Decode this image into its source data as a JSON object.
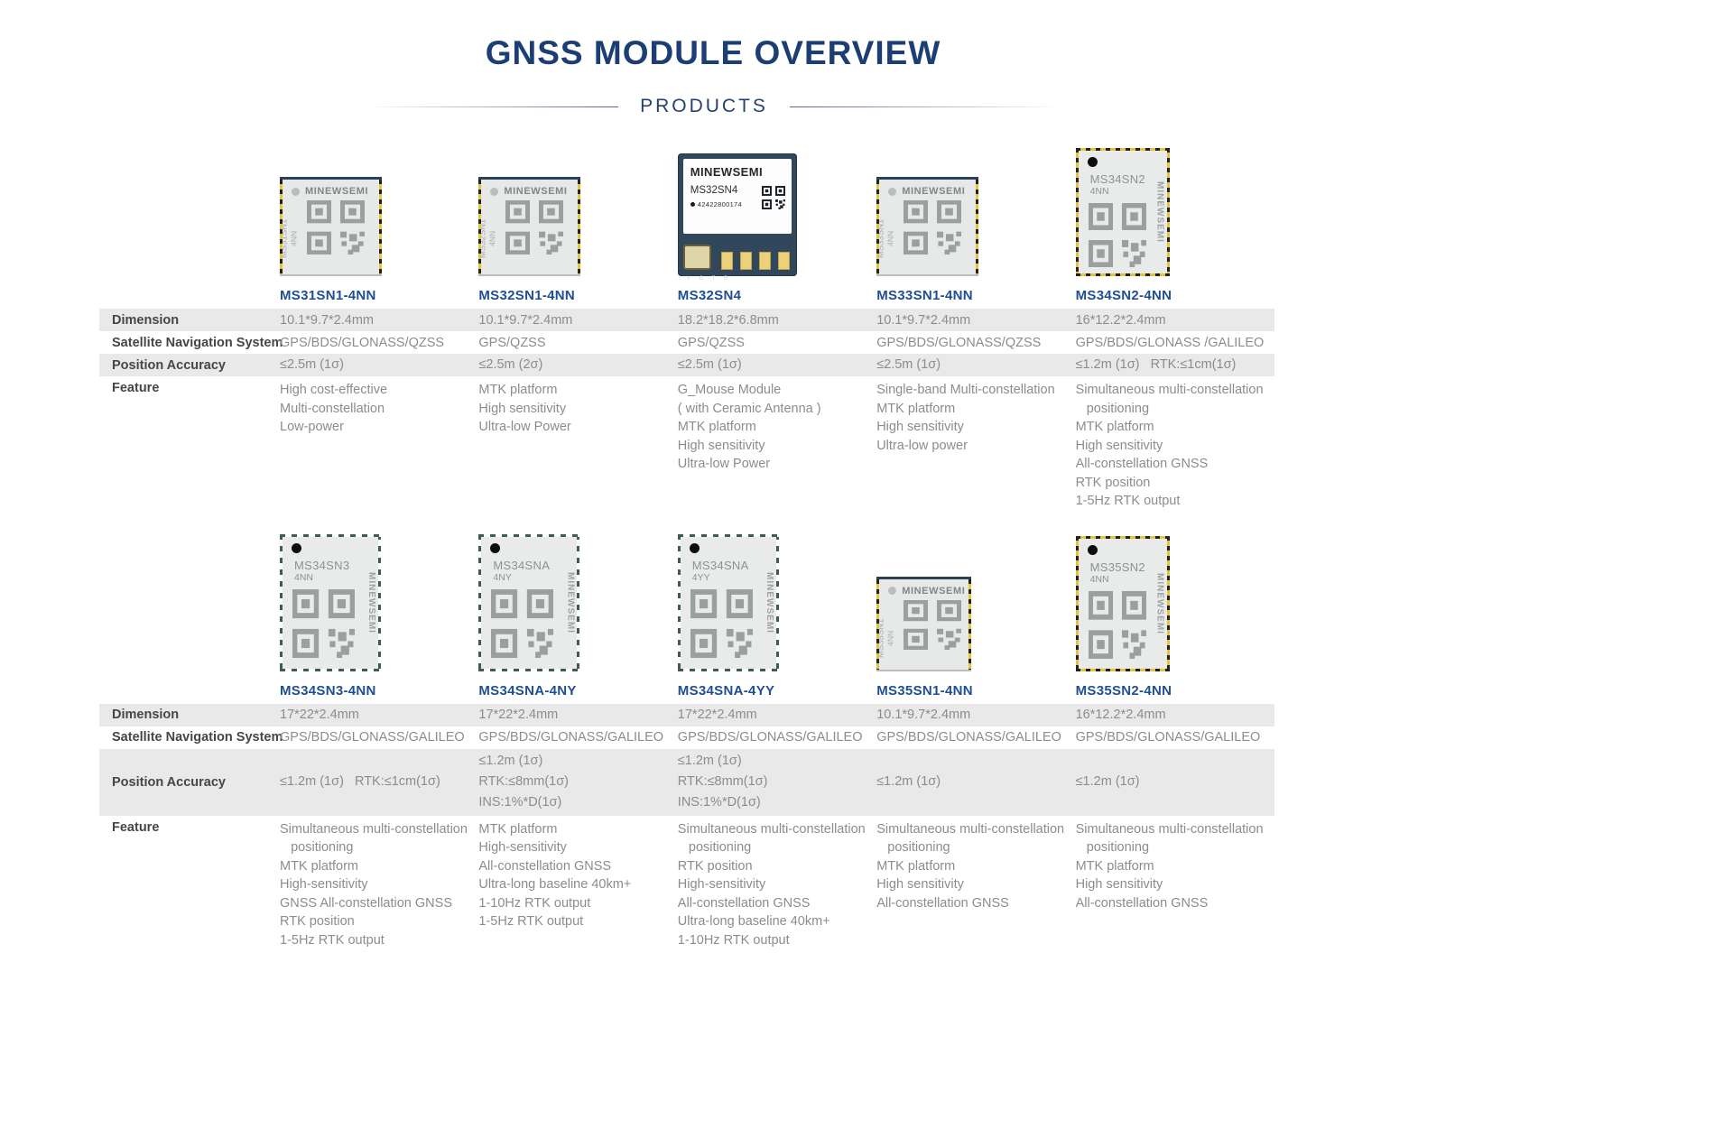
{
  "page": {
    "title": "GNSS MODULE OVERVIEW",
    "subtitle": "PRODUCTS"
  },
  "brand": "MINEWSEMI",
  "row_labels": {
    "dimension": "Dimension",
    "satnav": "Satellite Navigation System",
    "accuracy": "Position Accuracy",
    "feature": "Feature"
  },
  "sections": [
    {
      "products": [
        {
          "name": "MS31SN1-4NN",
          "module": {
            "style": "header",
            "size": "sm",
            "chip": "MS31SN1",
            "sub": "4NN"
          },
          "dimension": "10.1*9.7*2.4mm",
          "satnav": "GPS/BDS/GLONASS/QZSS",
          "accuracy": [
            "≤2.5m (1σ)"
          ],
          "features": [
            "High cost-effective",
            "Multi-constellation",
            "Low-power"
          ]
        },
        {
          "name": "MS32SN1-4NN",
          "module": {
            "style": "header",
            "size": "sm",
            "chip": "MS32SN1",
            "sub": "4NN"
          },
          "dimension": "10.1*9.7*2.4mm",
          "satnav": "GPS/QZSS",
          "accuracy": [
            "≤2.5m (2σ)"
          ],
          "features": [
            "MTK platform",
            "High sensitivity",
            "Ultra-low Power"
          ]
        },
        {
          "name": "MS32SN4",
          "module": {
            "style": "gmouse",
            "size": "gm",
            "model": "MS32SN4",
            "serial": "42422800174",
            "pins": "V G T R"
          },
          "dimension": "18.2*18.2*6.8mm",
          "satnav": "GPS/QZSS",
          "accuracy": [
            "≤2.5m (1σ)"
          ],
          "features": [
            "G_Mouse Module",
            "( with Ceramic Antenna )",
            "MTK platform",
            "High sensitivity",
            "Ultra-low Power"
          ]
        },
        {
          "name": "MS33SN1-4NN",
          "module": {
            "style": "header",
            "size": "sm",
            "chip": "MS33SN1",
            "sub": "4NN"
          },
          "dimension": "10.1*9.7*2.4mm",
          "satnav": "GPS/BDS/GLONASS/QZSS",
          "accuracy": [
            "≤2.5m (1σ)"
          ],
          "features": [
            "Single-band Multi-constellation",
            "MTK platform",
            "High sensitivity",
            "Ultra-low power"
          ]
        },
        {
          "name": "MS34SN2-4NN",
          "module": {
            "style": "tall",
            "size": "md",
            "variant": "yellow",
            "chip": "MS34SN2",
            "sub": "4NN"
          },
          "dimension": "16*12.2*2.4mm",
          "satnav": "GPS/BDS/GLONASS /GALILEO",
          "accuracy": [
            "≤1.2m (1σ)   RTK:≤1cm(1σ)"
          ],
          "features": [
            "Simultaneous multi-constellation",
            "   positioning",
            "MTK platform",
            "High sensitivity",
            "All-constellation GNSS",
            "RTK position",
            "1-5Hz RTK output"
          ]
        }
      ]
    },
    {
      "products": [
        {
          "name": "MS34SN3-4NN",
          "module": {
            "style": "tall",
            "size": "tall",
            "variant": "green",
            "chip": "MS34SN3",
            "sub": "4NN"
          },
          "dimension": "17*22*2.4mm",
          "satnav": "GPS/BDS/GLONASS/GALILEO",
          "accuracy": [
            "≤1.2m (1σ)   RTK:≤1cm(1σ)"
          ],
          "features": [
            "Simultaneous multi-constellation",
            "   positioning",
            "MTK platform",
            "High-sensitivity",
            "GNSS All-constellation GNSS",
            "RTK position",
            "1-5Hz RTK output"
          ]
        },
        {
          "name": "MS34SNA-4NY",
          "module": {
            "style": "tall",
            "size": "tall",
            "variant": "green",
            "chip": "MS34SNA",
            "sub": "4NY"
          },
          "dimension": "17*22*2.4mm",
          "satnav": "GPS/BDS/GLONASS/GALILEO",
          "accuracy": [
            "≤1.2m (1σ)",
            "RTK:≤8mm(1σ)",
            "INS:1%*D(1σ)"
          ],
          "features": [
            "MTK platform",
            "High-sensitivity",
            "All-constellation GNSS",
            "Ultra-long baseline 40km+",
            "1-10Hz RTK output",
            "1-5Hz RTK output"
          ]
        },
        {
          "name": "MS34SNA-4YY",
          "module": {
            "style": "tall",
            "size": "tall",
            "variant": "green",
            "chip": "MS34SNA",
            "sub": "4YY"
          },
          "dimension": "17*22*2.4mm",
          "satnav": "GPS/BDS/GLONASS/GALILEO",
          "accuracy": [
            "≤1.2m (1σ)",
            "RTK:≤8mm(1σ)",
            "INS:1%*D(1σ)"
          ],
          "features": [
            "Simultaneous multi-constellation",
            "   positioning",
            "RTK position",
            "High-sensitivity",
            "All-constellation GNSS",
            "Ultra-long baseline 40km+",
            "1-10Hz RTK output"
          ]
        },
        {
          "name": "MS35SN1-4NN",
          "module": {
            "style": "header",
            "size": "sm2",
            "chip": "MS35SN1",
            "sub": "4NN"
          },
          "dimension": "10.1*9.7*2.4mm",
          "satnav": "GPS/BDS/GLONASS/GALILEO",
          "accuracy": [
            "≤1.2m (1σ)"
          ],
          "features": [
            "Simultaneous multi-constellation",
            "   positioning",
            "MTK platform",
            "High sensitivity",
            "All-constellation GNSS"
          ]
        },
        {
          "name": "MS35SN2-4NN",
          "module": {
            "style": "tall",
            "size": "md2",
            "variant": "yellow",
            "chip": "MS35SN2",
            "sub": "4NN"
          },
          "dimension": "16*12.2*2.4mm",
          "satnav": "GPS/BDS/GLONASS/GALILEO",
          "accuracy": [
            "≤1.2m (1σ)"
          ],
          "features": [
            "Simultaneous multi-constellation",
            "   positioning",
            "MTK platform",
            "High sensitivity",
            "All-constellation GNSS"
          ]
        }
      ]
    }
  ]
}
